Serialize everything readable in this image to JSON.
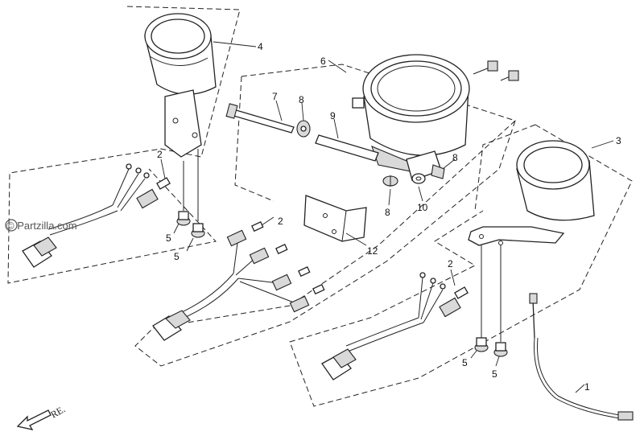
{
  "watermark": {
    "text": "© Partzilla.com",
    "symbol": "copyright-symbol"
  },
  "direction_label": "RE.",
  "callouts": {
    "wire_harness_left": "2",
    "wire_harness_center": "2",
    "wire_harness_right": "2",
    "gauge_left": "4",
    "gauge_center": "6",
    "gauge_right": "3",
    "cable": "1",
    "bolt_long": "7",
    "nut_top": "8",
    "nut_lower": "8",
    "nut_right": "8",
    "spacer": "9",
    "washer": "10",
    "bracket_cover": "12",
    "screw_left_1": "5",
    "screw_left_2": "5",
    "screw_right_1": "5",
    "screw_right_2": "5"
  }
}
